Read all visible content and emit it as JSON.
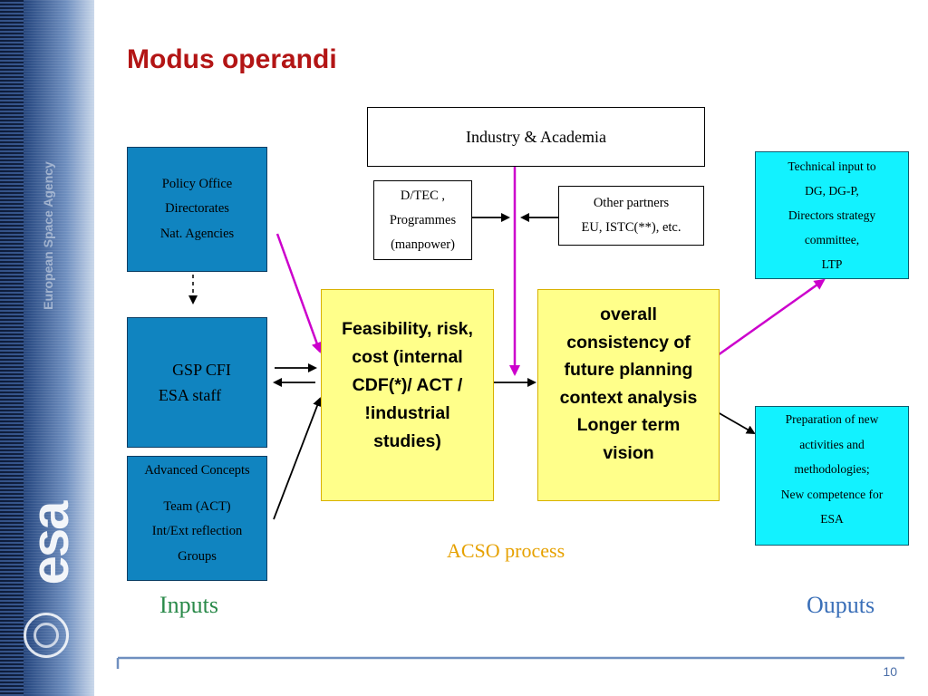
{
  "slide": {
    "title": "Modus operandi",
    "sidebar_agency": "European Space Agency",
    "esa_logo": "esa",
    "page_number": "10"
  },
  "boxes": {
    "industry": [
      "Industry & Academia"
    ],
    "policy": [
      "Policy Office",
      "Directorates",
      "Nat. Agencies"
    ],
    "gsp": [
      "GSP CFI",
      "ESA staff"
    ],
    "advanced": [
      "Advanced Concepts",
      "Team (ACT)",
      "Int/Ext reflection",
      "Groups"
    ],
    "dtec": [
      "D/TEC ,",
      "Programmes",
      "(manpower)"
    ],
    "partners": [
      "Other partners",
      "EU, ISTC(**), etc."
    ],
    "feasibility": [
      "Feasibility, risk,",
      "cost   (internal",
      "CDF(*)/ ACT /",
      "!industrial",
      "studies)"
    ],
    "overall": [
      "overall",
      "consistency of",
      "future planning",
      "context analysis",
      "Longer term",
      "vision"
    ],
    "technical": [
      "Technical input to",
      "DG, DG-P,",
      "Directors strategy",
      "committee,",
      "LTP"
    ],
    "preparation": [
      "Preparation of new",
      "activities and",
      "methodologies;",
      "New competence for",
      "ESA"
    ]
  },
  "labels": {
    "acso": "ACSO process",
    "inputs": "Inputs",
    "outputs": "Ouputs"
  },
  "colors": {
    "title": "#b31515",
    "blue_box": "#1084c0",
    "yellow_box": "#ffff8a",
    "cyan_box": "#12f2ff",
    "magenta_arrow": "#cc00cc",
    "acso_label": "#e6a100",
    "inputs_label": "#2a8a4a",
    "outputs_label": "#3a6fb8"
  }
}
